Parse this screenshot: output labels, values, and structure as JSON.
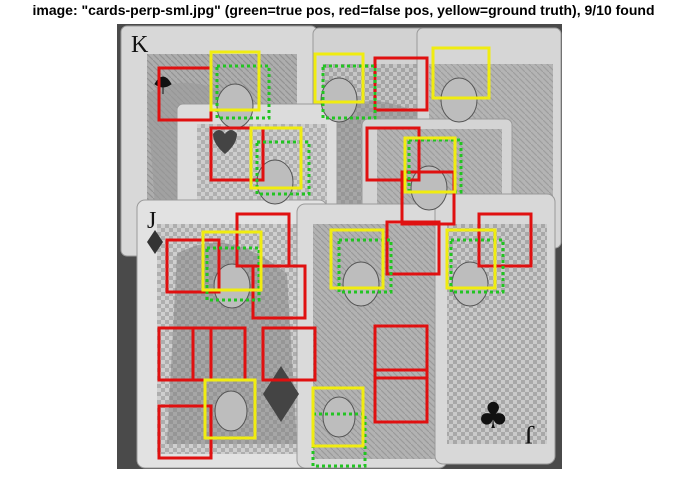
{
  "caption": "image: \"cards-perp-sml.jpg\" (green=true pos, red=false pos, yellow=ground truth), 9/10 found",
  "colors": {
    "true_positive": "#22c422",
    "false_positive": "#e01010",
    "ground_truth": "#f0ec10"
  },
  "card_glyphs": {
    "king_rank": "K",
    "jack_rank": "J",
    "club_suit": "♣"
  }
}
